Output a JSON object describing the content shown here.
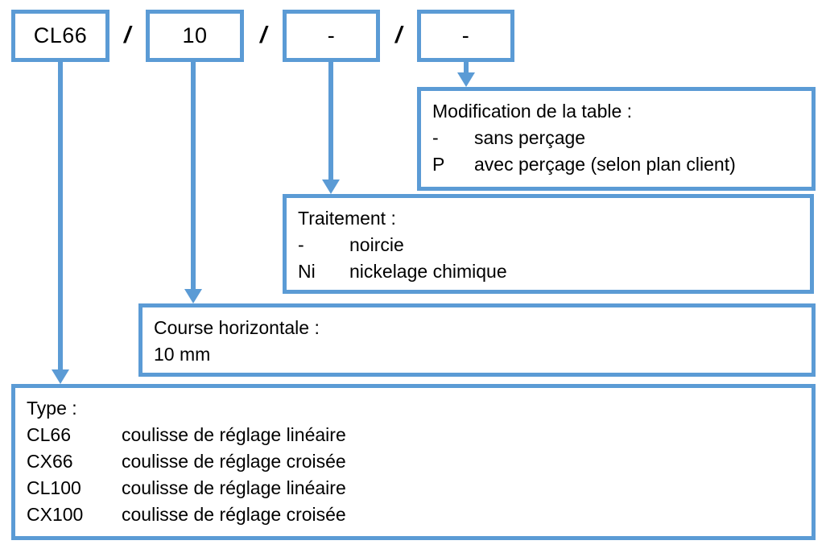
{
  "colors": {
    "accent_blue": "#5B9BD5",
    "text": "#000000",
    "background": "#FFFFFF"
  },
  "code": {
    "segments": [
      "CL66",
      "10",
      "-",
      "-"
    ],
    "separator": "/"
  },
  "callouts": {
    "modification": {
      "title": "Modification de la table :",
      "options": [
        {
          "code": "-",
          "label": "sans perçage"
        },
        {
          "code": "P",
          "label": "avec perçage (selon plan client)"
        }
      ]
    },
    "traitement": {
      "title": "Traitement :",
      "options": [
        {
          "code": "-",
          "label": "noircie"
        },
        {
          "code": "Ni",
          "label": "nickelage chimique"
        }
      ]
    },
    "course": {
      "title": "Course horizontale :",
      "value": "10 mm"
    },
    "type": {
      "title": "Type :",
      "options": [
        {
          "code": "CL66",
          "label": "coulisse de réglage linéaire"
        },
        {
          "code": "CX66",
          "label": "coulisse de réglage croisée"
        },
        {
          "code": "CL100",
          "label": "coulisse de réglage linéaire"
        },
        {
          "code": "CX100",
          "label": "coulisse de réglage croisée"
        }
      ]
    }
  }
}
